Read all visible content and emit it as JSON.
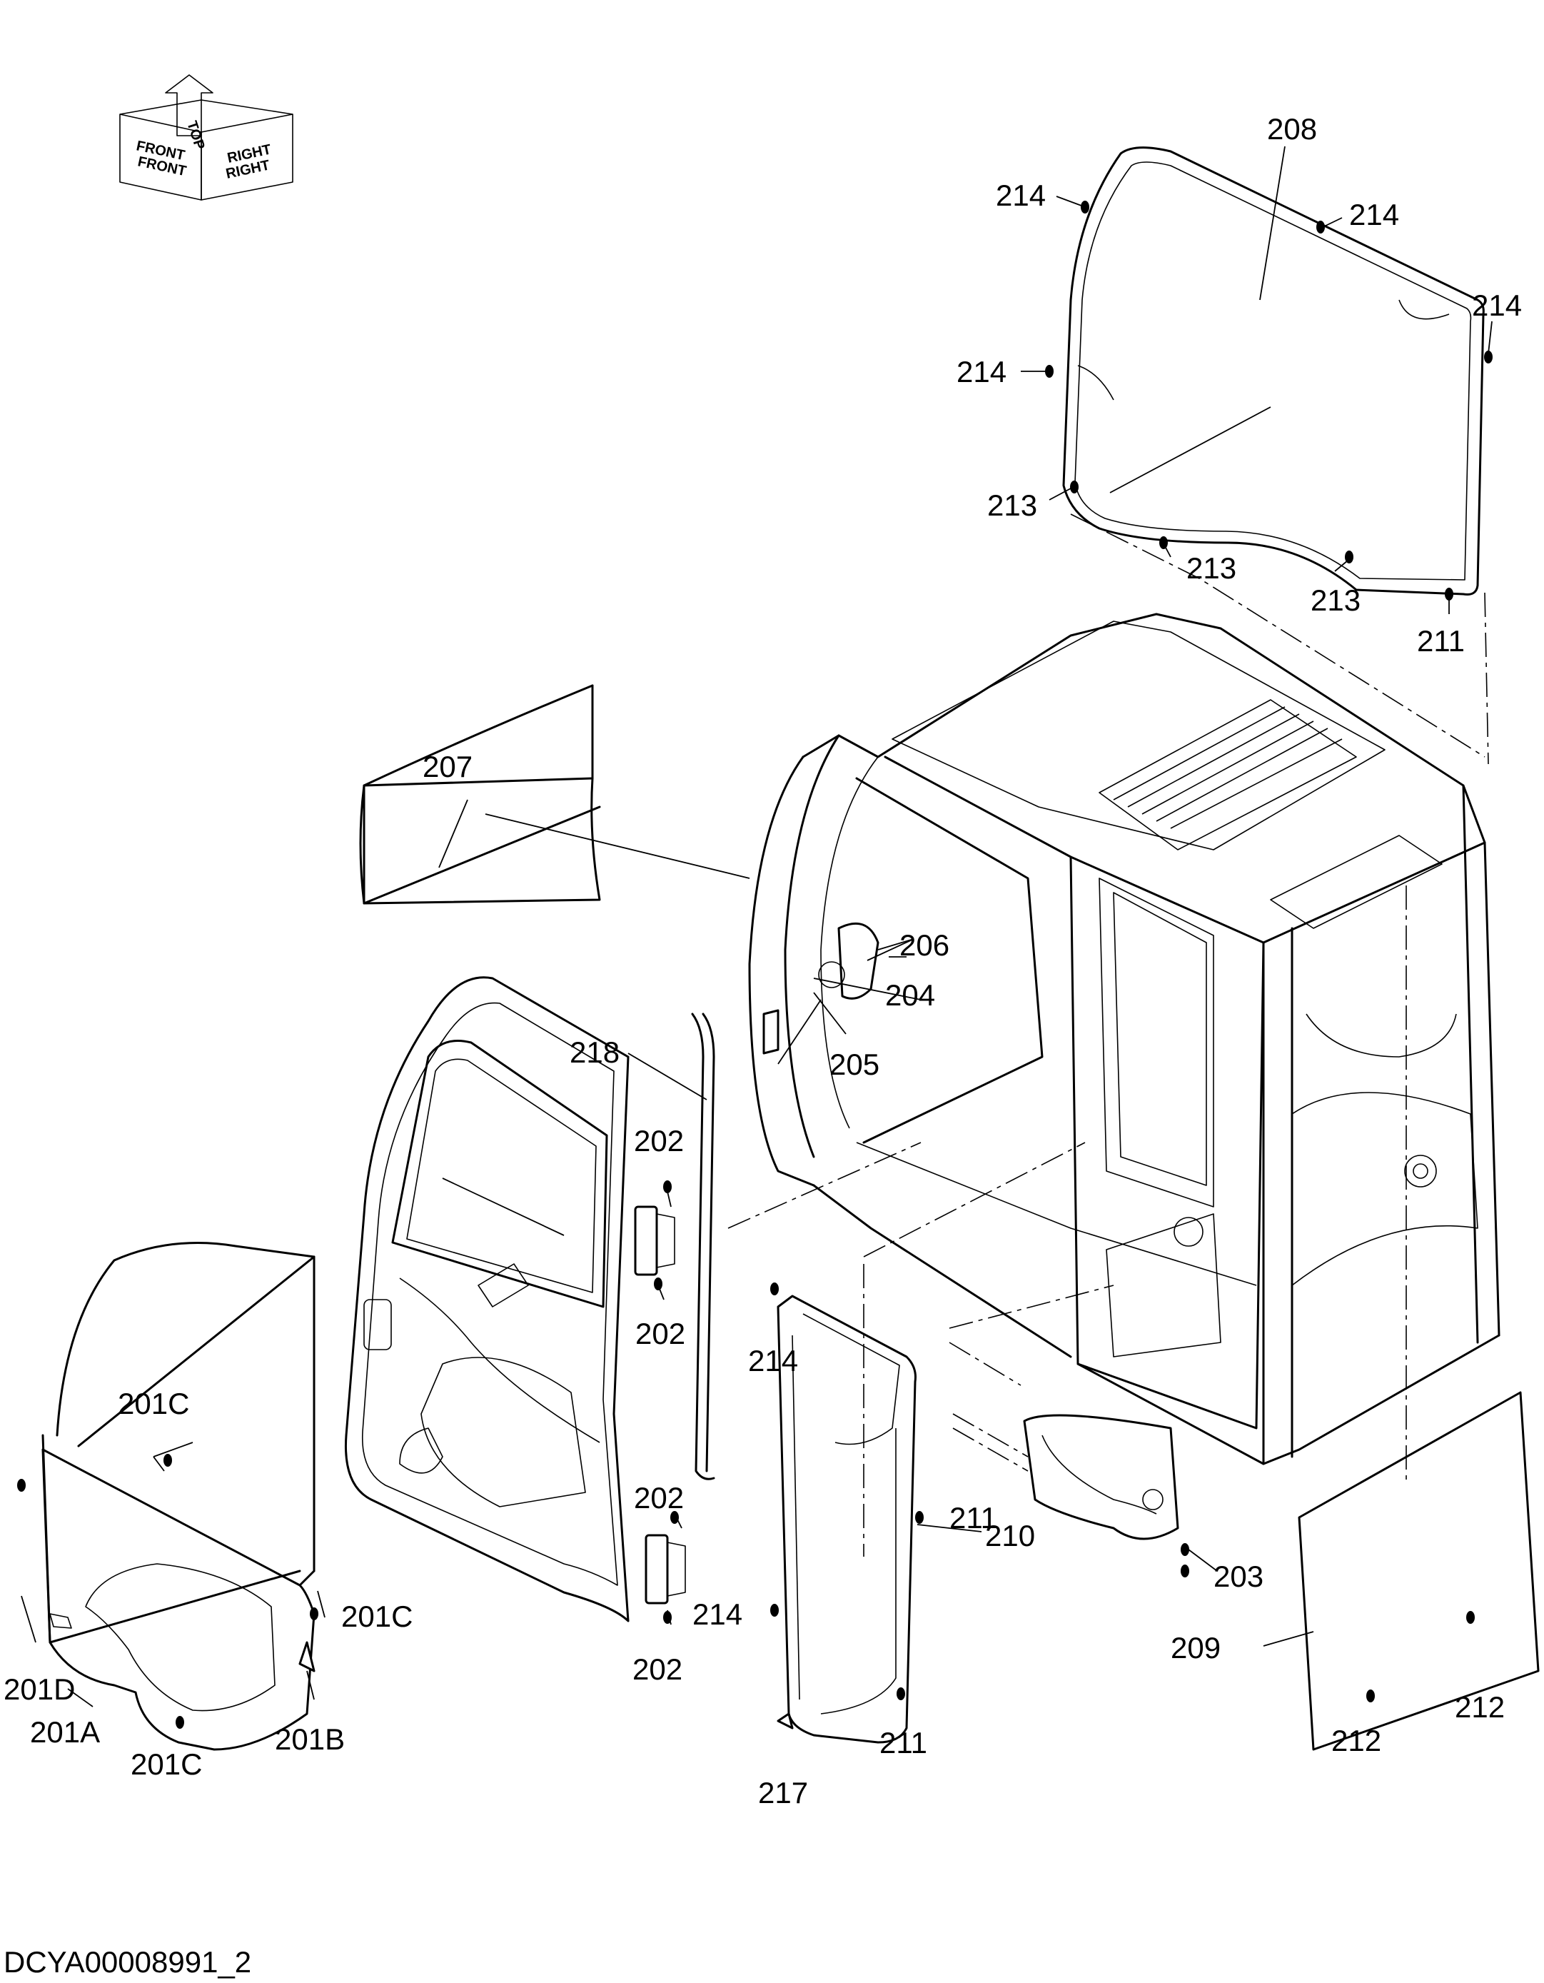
{
  "drawing_code": "DCYA00008991_2",
  "orientation_labels": {
    "front": "FRONT",
    "top": "TOP",
    "right": "RIGHT"
  },
  "callouts": [
    {
      "id": "c208",
      "text": "208"
    },
    {
      "id": "c214a",
      "text": "214"
    },
    {
      "id": "c214b",
      "text": "214"
    },
    {
      "id": "c214c",
      "text": "214"
    },
    {
      "id": "c214d",
      "text": "214"
    },
    {
      "id": "c213a",
      "text": "213"
    },
    {
      "id": "c213b",
      "text": "213"
    },
    {
      "id": "c213c",
      "text": "213"
    },
    {
      "id": "c211a",
      "text": "211"
    },
    {
      "id": "c207",
      "text": "207"
    },
    {
      "id": "c206",
      "text": "206"
    },
    {
      "id": "c204",
      "text": "204"
    },
    {
      "id": "c205",
      "text": "205"
    },
    {
      "id": "c218",
      "text": "218"
    },
    {
      "id": "c202a",
      "text": "202"
    },
    {
      "id": "c202b",
      "text": "202"
    },
    {
      "id": "c202c",
      "text": "202"
    },
    {
      "id": "c202d",
      "text": "202"
    },
    {
      "id": "c201C_a",
      "text": "201C"
    },
    {
      "id": "c201C_b",
      "text": "201C"
    },
    {
      "id": "c201C_c",
      "text": "201C"
    },
    {
      "id": "c201D",
      "text": "201D"
    },
    {
      "id": "c201A",
      "text": "201A"
    },
    {
      "id": "c201B",
      "text": "201B"
    },
    {
      "id": "c214e",
      "text": "214"
    },
    {
      "id": "c214f",
      "text": "214"
    },
    {
      "id": "c211b",
      "text": "211"
    },
    {
      "id": "c211c",
      "text": "211"
    },
    {
      "id": "c210",
      "text": "210"
    },
    {
      "id": "c217",
      "text": "217"
    },
    {
      "id": "c203",
      "text": "203"
    },
    {
      "id": "c209",
      "text": "209"
    },
    {
      "id": "c212a",
      "text": "212"
    },
    {
      "id": "c212b",
      "text": "212"
    }
  ]
}
